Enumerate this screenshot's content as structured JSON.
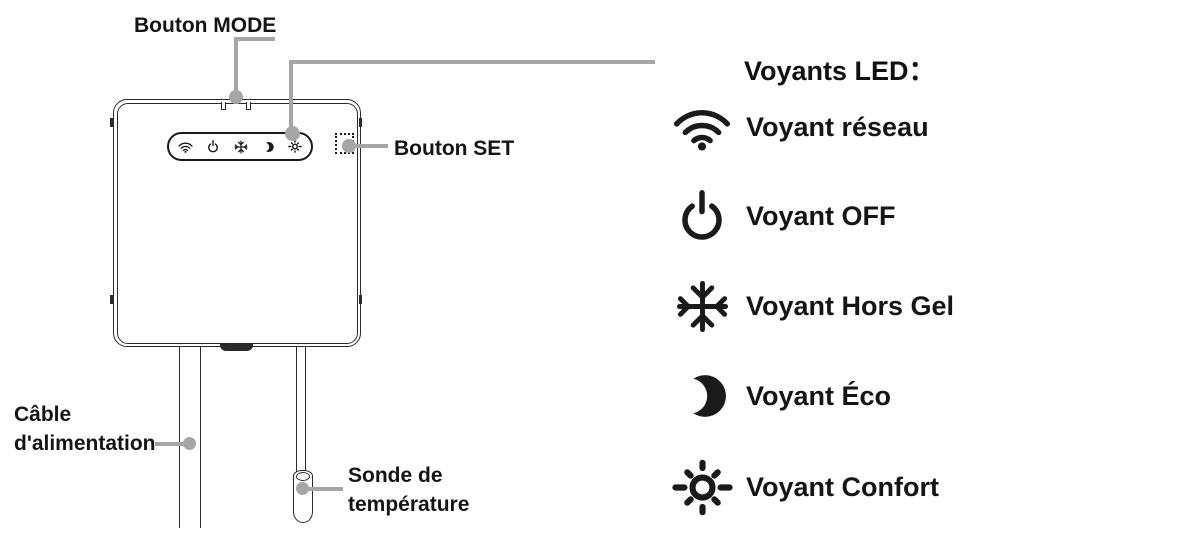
{
  "colors": {
    "ink": "#1a1a1a",
    "device_outline": "#2b2b2b",
    "leader_gray": "#a6a6a6"
  },
  "device_labels": {
    "mode_button": "Bouton MODE",
    "set_button": "Bouton SET",
    "power_cable_line1": "Câble",
    "power_cable_line2": "d'alimentation",
    "temp_probe_line1": "Sonde de",
    "temp_probe_line2": "température"
  },
  "led_strip": {
    "icons": [
      "wifi-icon",
      "power-icon",
      "snowflake-icon",
      "moon-icon",
      "sun-icon"
    ]
  },
  "legend": {
    "title": "Voyants LED：",
    "items": [
      {
        "icon": "wifi-icon",
        "label": "Voyant réseau"
      },
      {
        "icon": "power-icon",
        "label": "Voyant OFF"
      },
      {
        "icon": "snowflake-icon",
        "label": "Voyant Hors Gel"
      },
      {
        "icon": "moon-icon",
        "label": "Voyant Éco"
      },
      {
        "icon": "sun-icon",
        "label": "Voyant Confort"
      }
    ]
  }
}
